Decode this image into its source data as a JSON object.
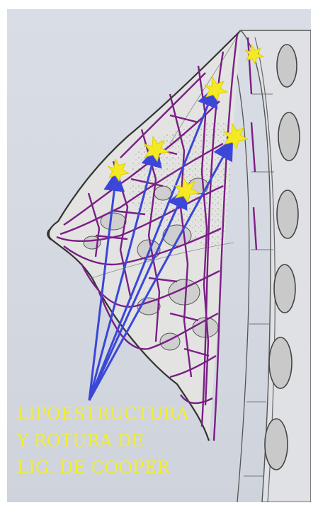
{
  "caption": {
    "line1": "LIPOESTRUCTURA",
    "line2": "Y ROTURA DE",
    "line3": "LIG. DE COOPER"
  },
  "colors": {
    "background": "#d6dae2",
    "ligament": "#7a1f86",
    "arrow": "#3b47d8",
    "star": "#f4ea24",
    "caption": "#f2ee2e",
    "pencil": "#555555"
  },
  "icons": {
    "rupture_marker": "yellow-star-burst",
    "arrow": "blue-arrow"
  }
}
